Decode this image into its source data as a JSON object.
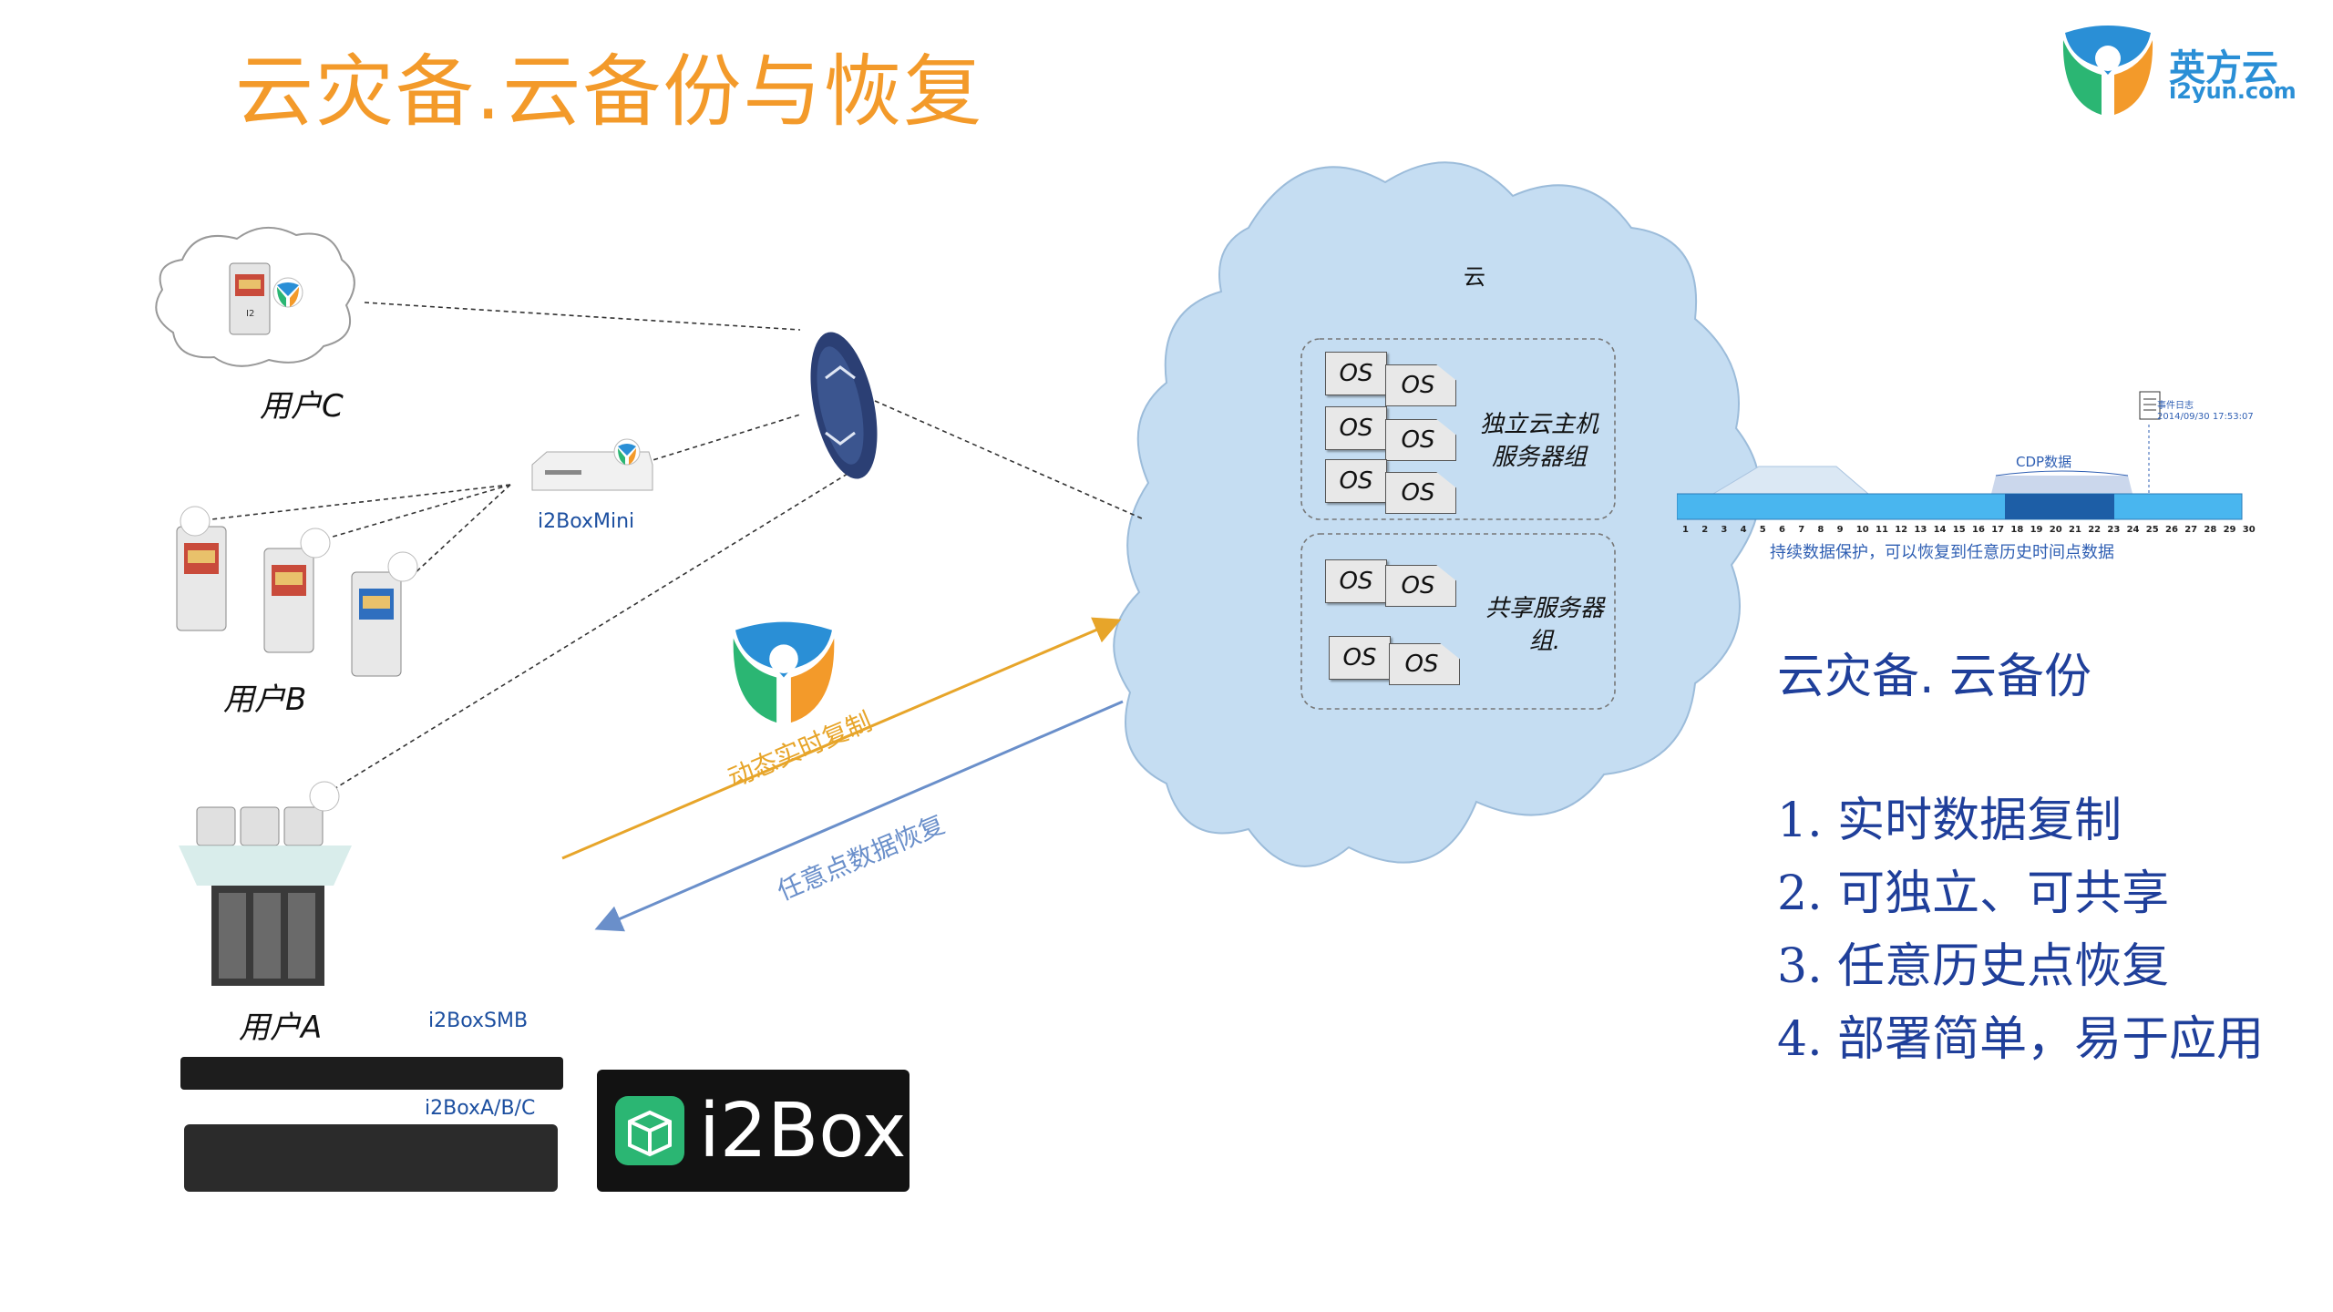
{
  "title": "云灾备.云备份与恢复",
  "brand": {
    "cn": "英方云",
    "en": "i2yun.com"
  },
  "users": {
    "c": "用户C",
    "b": "用户B",
    "a": "用户A"
  },
  "devices": {
    "mini": "i2BoxMini",
    "smb": "i2BoxSMB",
    "abc": "i2BoxA/B/C",
    "badge": "i2Box",
    "server_tag": "I2"
  },
  "arrows": {
    "replicate": "动态实时复制",
    "restore": "任意点数据恢复"
  },
  "cloud": {
    "label": "云",
    "os_text": "OS",
    "group1": [
      "独立云主机",
      "服务器组"
    ],
    "group2": [
      "共享服务器",
      "组."
    ]
  },
  "timeline": {
    "log_label": [
      "事件日志",
      "2014/09/30 17:53:07"
    ],
    "cdp_label": "CDP数据",
    "caption": "持续数据保护，可以恢复到任意历史时间点数据",
    "ticks": [
      "1",
      "2",
      "3",
      "4",
      "5",
      "6",
      "7",
      "8",
      "9",
      "10",
      "11",
      "12",
      "13",
      "14",
      "15",
      "16",
      "17",
      "18",
      "19",
      "20",
      "21",
      "22",
      "23",
      "24",
      "25",
      "26",
      "27",
      "28",
      "29",
      "30"
    ]
  },
  "features": {
    "heading": "云灾备. 云备份",
    "items": [
      {
        "num": "1.",
        "text": "实时数据复制"
      },
      {
        "num": "2.",
        "text": "可独立、可共享"
      },
      {
        "num": "3.",
        "text": "任意历史点恢复"
      },
      {
        "num": "4.",
        "text": "部署简单，易于应用"
      }
    ]
  },
  "colors": {
    "title": "#f39a2a",
    "brand_blue": "#2a8fd6",
    "brand_green": "#2bb673",
    "brand_orange": "#f39a2a",
    "cloud_fill": "#c5ddf2",
    "arrow_replicate": "#e7a52a",
    "arrow_restore": "#6a8fca",
    "features": "#1f3f9a"
  }
}
